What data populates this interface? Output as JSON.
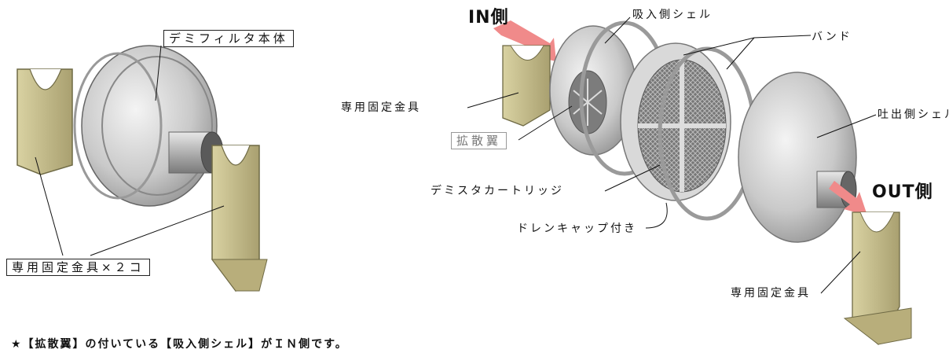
{
  "left_unit": {
    "main_label": "デミフィルタ本体",
    "brackets_label": "専用固定金具×２コ"
  },
  "exploded_view": {
    "in_side": "IN側",
    "out_side": "OUT側",
    "inlet_shell": "吸入側シェル",
    "band": "バンド",
    "bracket_in": "専用固定金具",
    "diffuser": "拡散翼",
    "outlet_shell": "吐出側シェル",
    "cartridge": "デミスタカートリッジ",
    "drain_cap": "ドレンキャップ付き",
    "bracket_out": "専用固定金具"
  },
  "footnote": "★【拡散翼】の付いている【吸入側シェル】がＩＮ側です。",
  "colors": {
    "arrow": "#f08a8a",
    "metal": "#c8c8c8",
    "bracket": "#c9c08a"
  }
}
